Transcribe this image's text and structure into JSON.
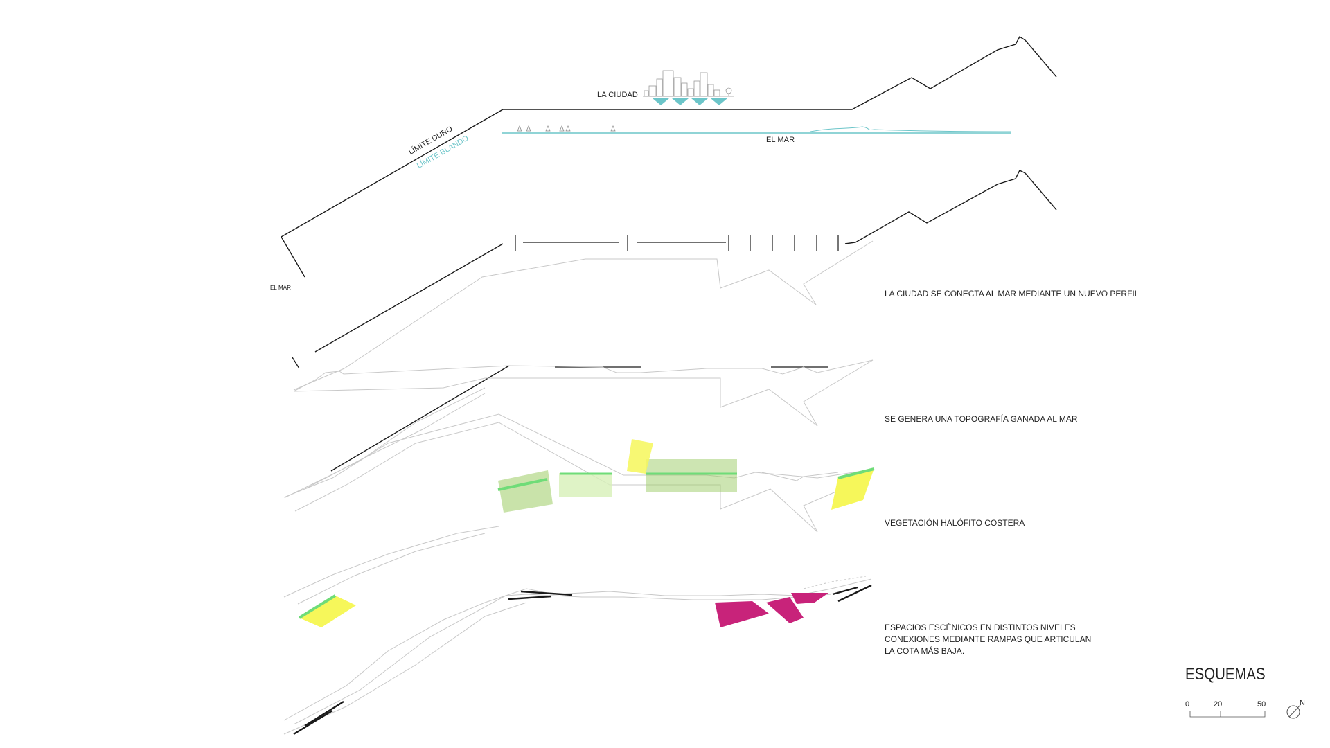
{
  "colors": {
    "hard_line": "#1a1a1a",
    "soft_line": "#6cc5c9",
    "faint_line": "#c8c8c8",
    "green": "#9ccc65",
    "light_green": "#d7f0b8",
    "bright_green": "#6fdc78",
    "yellow": "#f6f75a",
    "magenta": "#c8237a"
  },
  "labels": {
    "la_ciudad": "LA CIUDAD",
    "el_mar_top": "EL MAR",
    "el_mar_side": "EL MAR",
    "limite_duro": "LÍMITE DURO",
    "limite_blando": "LÍMITE BLANDO"
  },
  "notes": {
    "n1": "LA CIUDAD SE CONECTA  AL MAR MEDIANTE UN NUEVO PERFIL",
    "n2": "SE GENERA UNA TOPOGRAFÍA GANADA AL MAR",
    "n3": "VEGETACIÓN HALÓFITO COSTERA",
    "n4": [
      "ESPACIOS ESCÉNICOS EN DISTINTOS NIVELES",
      "CONEXIONES MEDIANTE RAMPAS QUE ARTICULAN",
      "LA COTA MÁS BAJA."
    ]
  },
  "legend": {
    "title": "ESQUEMAS",
    "scale": [
      "0",
      "20",
      "50"
    ],
    "north": "N"
  }
}
